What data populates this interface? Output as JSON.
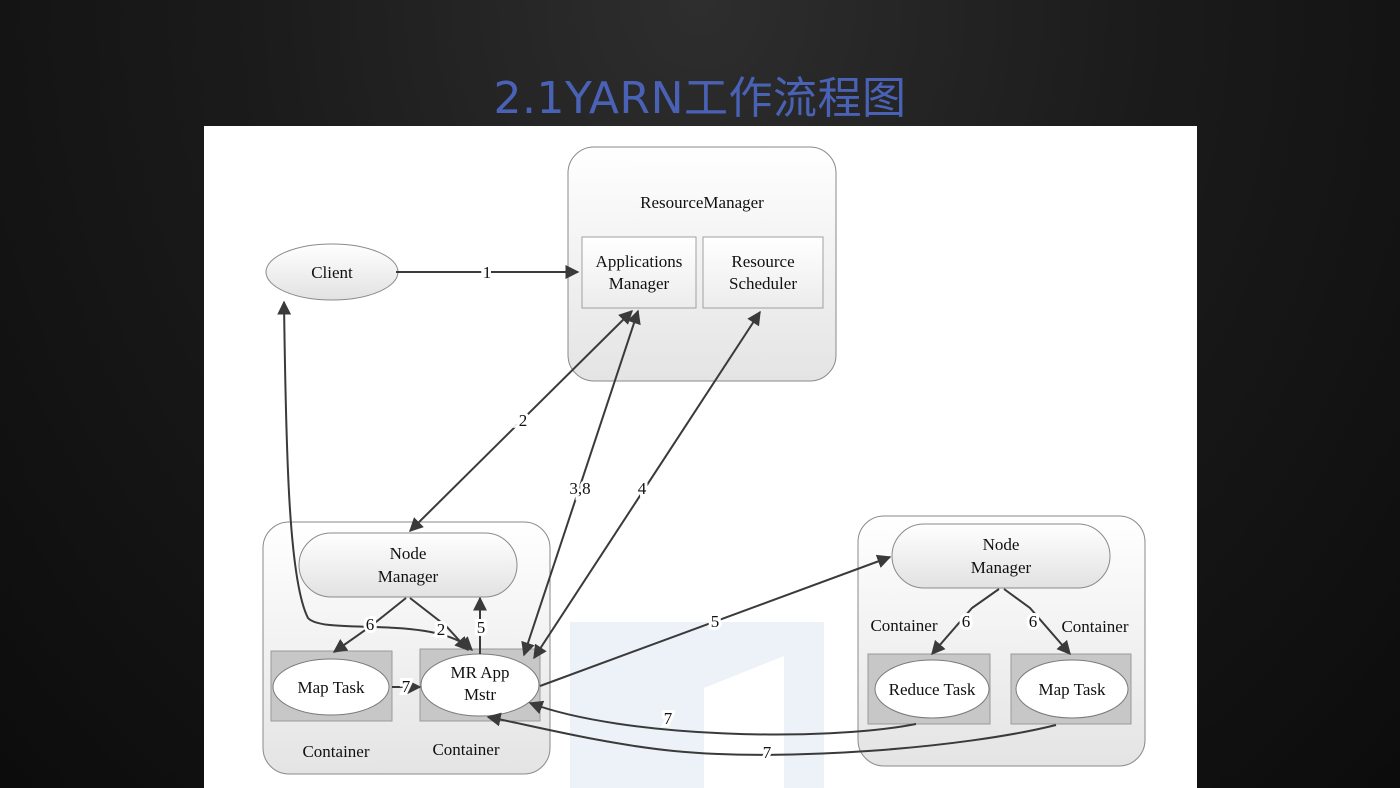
{
  "slide": {
    "title": "2.1YARN工作流程图"
  },
  "diagram": {
    "resource_manager": {
      "title": "ResourceManager",
      "applications_manager": [
        "Applications",
        "Manager"
      ],
      "resource_scheduler": [
        "Resource",
        "Scheduler"
      ]
    },
    "client": "Client",
    "left_node": {
      "node_manager": [
        "Node",
        "Manager"
      ],
      "map_task": "Map Task",
      "mr_app_master": [
        "MR App",
        "Mstr"
      ],
      "container_left_label": "Container",
      "container_right_label": "Container"
    },
    "right_node": {
      "node_manager": [
        "Node",
        "Manager"
      ],
      "reduce_task": "Reduce Task",
      "map_task": "Map Task",
      "container_left_label": "Container",
      "container_right_label": "Container"
    },
    "step_labels": {
      "client_to_rm": "1",
      "rm_to_nm": "2",
      "am_register": "3,8",
      "scheduler": "4",
      "nm_to_am": "2",
      "am_to_nm": "5",
      "nm_to_maptask": "6",
      "am_to_right_nm": "5",
      "right_nm_to_reduce": "6",
      "right_nm_to_map": "6",
      "maptask_to_am": "7",
      "reduce_to_am": "7",
      "right_map_to_am": "7"
    },
    "colors": {
      "title": "#4a62b5",
      "watermark": "#dfe8f2"
    }
  }
}
